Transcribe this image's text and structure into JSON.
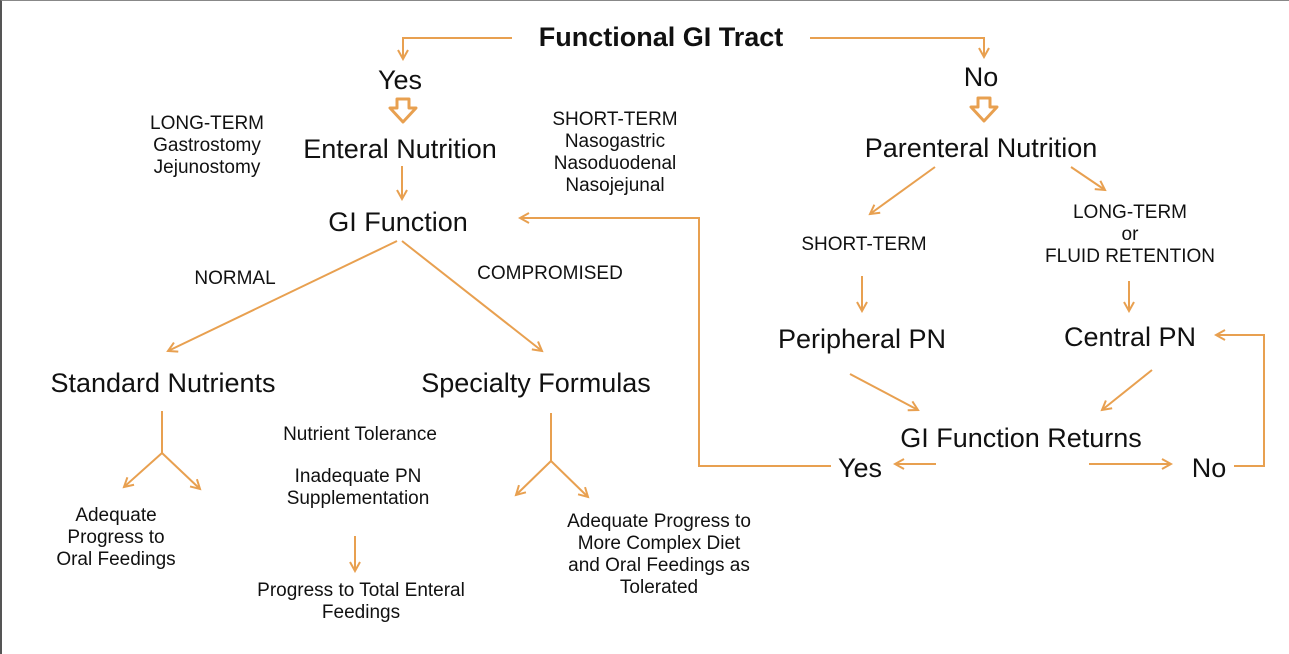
{
  "title": "Functional GI Tract",
  "yes_top": "Yes",
  "no_top": "No",
  "enteral": "Enteral Nutrition",
  "parenteral": "Parenteral Nutrition",
  "enteral_long_term": [
    "LONG-TERM",
    "Gastrostomy",
    "Jejunostomy"
  ],
  "enteral_short_term": [
    "SHORT-TERM",
    "Nasogastric",
    "Nasoduodenal",
    "Nasojejunal"
  ],
  "gi_function": "GI Function",
  "normal": "NORMAL",
  "compromised": "COMPROMISED",
  "standard_nutrients": "Standard Nutrients",
  "specialty_formulas": "Specialty Formulas",
  "nutrient_tolerance": "Nutrient Tolerance",
  "inadequate_pn": [
    "Inadequate PN",
    "Supplementation"
  ],
  "adequate_oral": [
    "Adequate",
    "Progress to",
    "Oral Feedings"
  ],
  "progress_enteral": [
    "Progress to Total Enteral",
    "Feedings"
  ],
  "adequate_complex": [
    "Adequate Progress to",
    "More Complex Diet",
    "and Oral Feedings as",
    "Tolerated"
  ],
  "pn_short_term": "SHORT-TERM",
  "pn_long_term": [
    "LONG-TERM",
    "or",
    "FLUID RETENTION"
  ],
  "peripheral_pn": "Peripheral PN",
  "central_pn": "Central PN",
  "gi_returns": "GI Function Returns",
  "yes_bottom": "Yes",
  "no_bottom": "No",
  "colors": {
    "arrow": "#E8A050",
    "text": "#111111"
  }
}
